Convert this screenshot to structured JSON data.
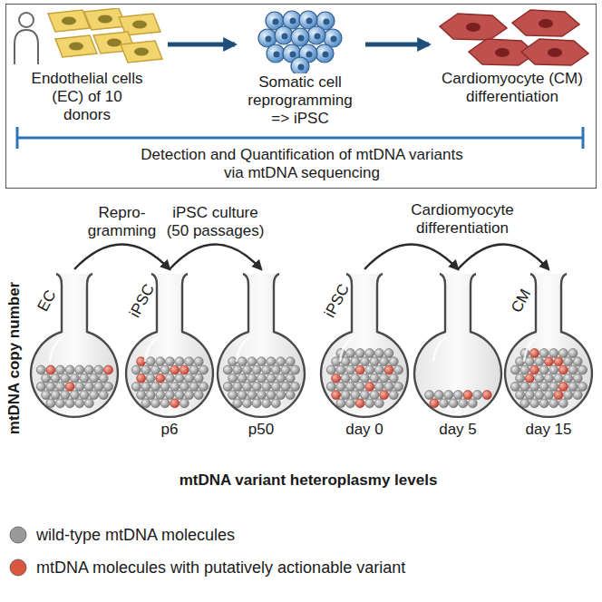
{
  "diagram": {
    "nodes": [
      {
        "text": [
          "Detection and Quantification of mtDNA variants via mtDNA sequencing"
        ]
      },
      {
        "text": [
          "Endothelial cells (EC) of 10 donors"
        ],
        "in": 0
      },
      {
        "text": [
          "Somatic cell reprogramming => iPSC"
        ],
        "in": 0
      },
      {
        "text": [
          "Cardiomyocyte (CM) differentiation"
        ],
        "in": 0
      },
      {
        "text": [
          "EC"
        ]
      },
      {
        "text": [
          "iPSC",
          "p6"
        ]
      },
      {
        "text": [
          "p50"
        ]
      },
      {
        "text": [
          "iPSC",
          "day 0"
        ]
      },
      {
        "text": [
          "day 5"
        ]
      },
      {
        "text": [
          "CM",
          "day 15"
        ]
      }
    ],
    "edges": [
      {
        "from": 1,
        "to": 2,
        "arrow": "to"
      },
      {
        "from": 2,
        "to": 3,
        "arrow": "to"
      },
      {
        "from": 4,
        "to": 5,
        "label": "Repro- gramming",
        "arrow": "to"
      },
      {
        "from": 5,
        "to": 6,
        "label": "iPSC culture (50 passages)",
        "arrow": "to"
      },
      {
        "from": 7,
        "to": 8,
        "arrow": "to"
      },
      {
        "from": 8,
        "to": 9,
        "arrow": "to"
      }
    ],
    "labels": [
      "mtDNA copy number",
      "Cardiomyocyte differentiation",
      "mtDNA variant heteroplasmy levels"
    ],
    "legend": [
      {
        "text": "wild-type mtDNA molecules",
        "color": "#999999"
      },
      {
        "text": "mtDNA molecules with putatively actionable variant",
        "color": "#d9553f"
      }
    ]
  }
}
